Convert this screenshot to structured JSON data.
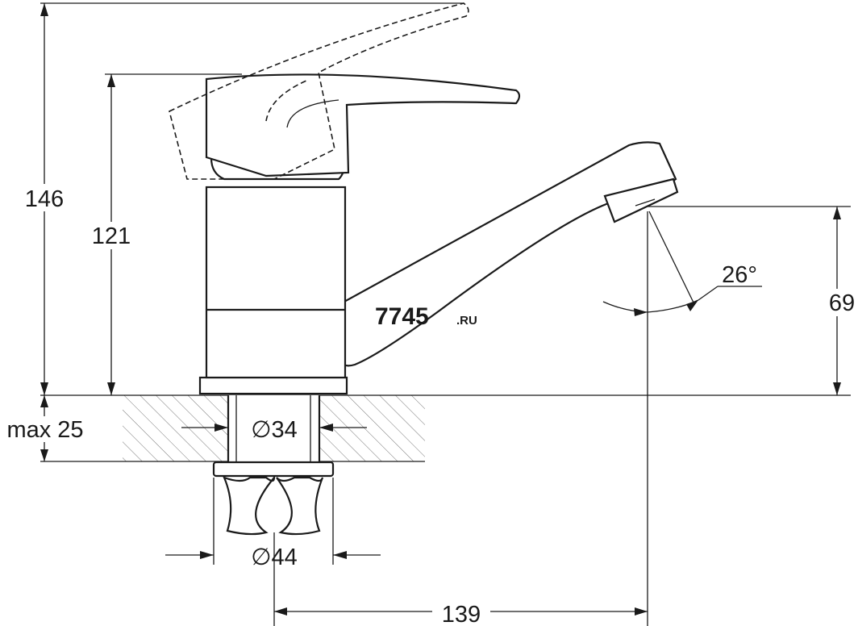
{
  "dimensions": {
    "total_height": "146",
    "body_height": "121",
    "spout_height": "69",
    "spout_angle": "26°",
    "mount_thickness": "max 25",
    "shank_diameter": "∅34",
    "nut_diameter": "∅44",
    "spout_reach": "139"
  },
  "watermark": {
    "main": "7745",
    "suffix": ".RU"
  }
}
